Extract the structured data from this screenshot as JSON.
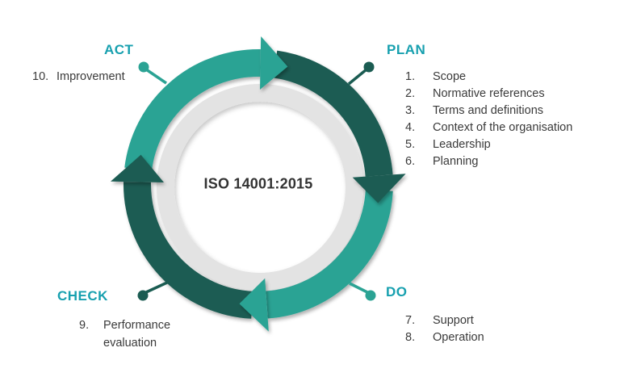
{
  "title": "ISO 14001:2015",
  "colors": {
    "teal": "#2ba394",
    "dark_teal": "#1b5c52",
    "label": "#17a0af",
    "ring": "#e3e3e3",
    "text": "#3a3a3a",
    "title_text": "#333333"
  },
  "quadrants": {
    "act": {
      "label": "ACT",
      "items": [
        {
          "num": "10.",
          "text": "Improvement"
        }
      ]
    },
    "plan": {
      "label": "PLAN",
      "items": [
        {
          "num": "1.",
          "text": "Scope"
        },
        {
          "num": "2.",
          "text": "Normative references"
        },
        {
          "num": "3.",
          "text": "Terms and definitions"
        },
        {
          "num": "4.",
          "text": "Context of the organisation"
        },
        {
          "num": "5.",
          "text": "Leadership"
        },
        {
          "num": "6.",
          "text": "Planning"
        }
      ]
    },
    "do": {
      "label": "DO",
      "items": [
        {
          "num": "7.",
          "text": "Support"
        },
        {
          "num": "8.",
          "text": "Operation"
        }
      ]
    },
    "check": {
      "label": "CHECK",
      "items": [
        {
          "num": "9.",
          "text": "Performance evaluation"
        }
      ]
    }
  }
}
